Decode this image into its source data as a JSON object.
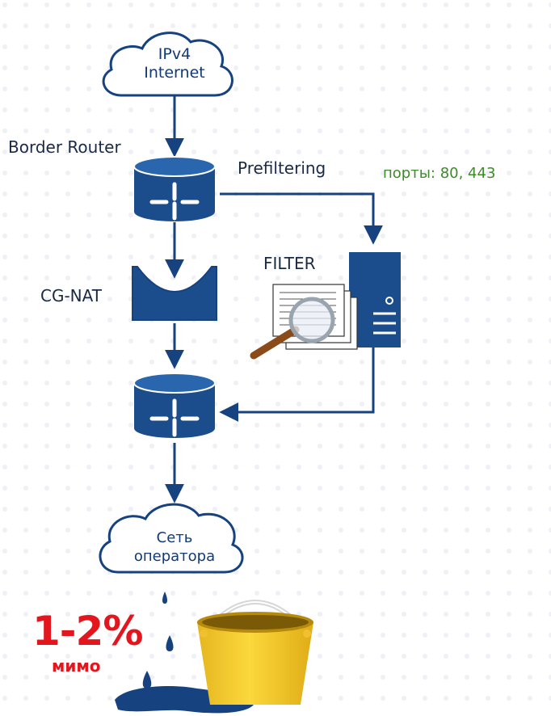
{
  "nodes": {
    "internet": {
      "line1": "IPv4",
      "line2": "Internet"
    },
    "border_router": {
      "label": "Border Router"
    },
    "prefiltering": {
      "label": "Prefiltering"
    },
    "ports": {
      "label": "порты: 80, 443"
    },
    "filter": {
      "label": "FILTER"
    },
    "cgnat": {
      "label": "CG-NAT"
    },
    "operator": {
      "line1": "Сеть",
      "line2": "оператора"
    },
    "leak": {
      "percent": "1-2%",
      "caption": "мимо"
    }
  },
  "colors": {
    "primary": "#16427f",
    "router_fill": "#1b4d8c",
    "ports_text": "#3f8a2a",
    "leak_red": "#e3161e",
    "bucket": "#f2cc2c"
  }
}
